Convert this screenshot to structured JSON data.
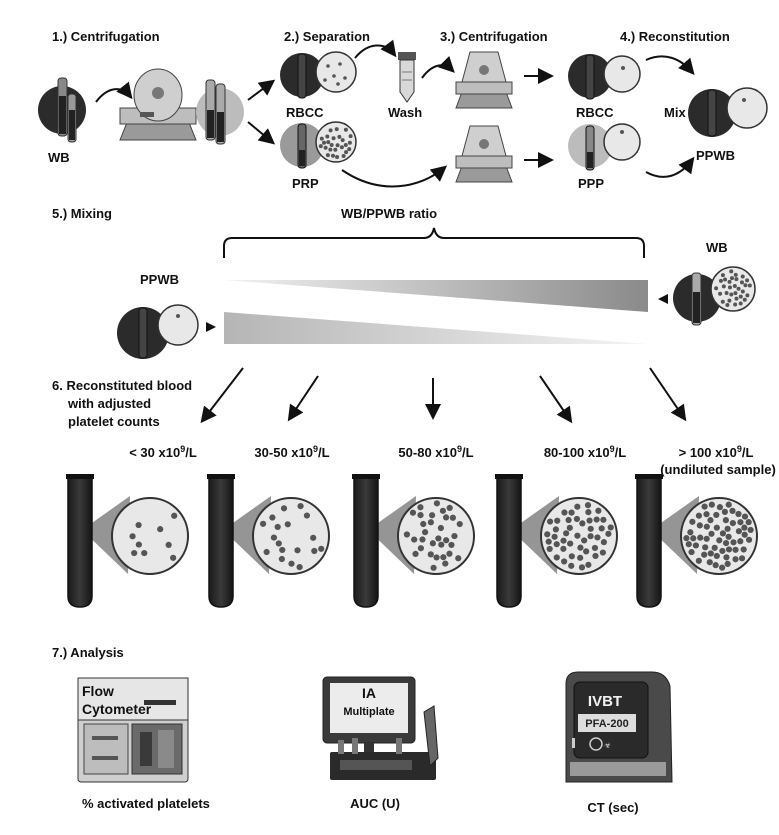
{
  "steps": {
    "s1": "1.) Centrifugation",
    "s2": "2.) Separation",
    "s3": "3.) Centrifugation",
    "s4": "4.) Reconstitution",
    "s5": "5.) Mixing",
    "s6_line1": "6. Reconstituted blood",
    "s6_line2": "with adjusted",
    "s6_line3": "platelet counts",
    "s7": "7.) Analysis"
  },
  "labels": {
    "wb": "WB",
    "rbcc": "RBCC",
    "prp": "PRP",
    "wash": "Wash",
    "rbcc2": "RBCC",
    "ppp": "PPP",
    "mix": "Mix",
    "ppwb": "PPWB",
    "ratio": "WB/PPWB ratio",
    "ppwb_left": "PPWB",
    "wb_right": "WB"
  },
  "ranges": [
    {
      "pre": "< 30 x10",
      "sup": "9",
      "post": "/L",
      "extra": ""
    },
    {
      "pre": "30-50 x10",
      "sup": "9",
      "post": "/L",
      "extra": ""
    },
    {
      "pre": "50-80 x10",
      "sup": "9",
      "post": "/L",
      "extra": ""
    },
    {
      "pre": "80-100 x10",
      "sup": "9",
      "post": "/L",
      "extra": ""
    },
    {
      "pre": "> 100 x10",
      "sup": "9",
      "post": "/L",
      "extra": "(undiluted sample)"
    }
  ],
  "analysis": {
    "flow_line1": "Flow",
    "flow_line2": "Cytometer",
    "flow_caption": "% activated platelets",
    "ia_line1": "IA",
    "ia_line2": "Multiplate",
    "ia_caption": "AUC (U)",
    "ivbt_line1": "IVBT",
    "ivbt_line2": "PFA-200",
    "ivbt_caption": "CT (sec)"
  },
  "colors": {
    "blood": "#2b2b2b",
    "plasma": "#b0b0b0",
    "platelet": "#555555",
    "circle_fill": "#e8e8e8"
  }
}
